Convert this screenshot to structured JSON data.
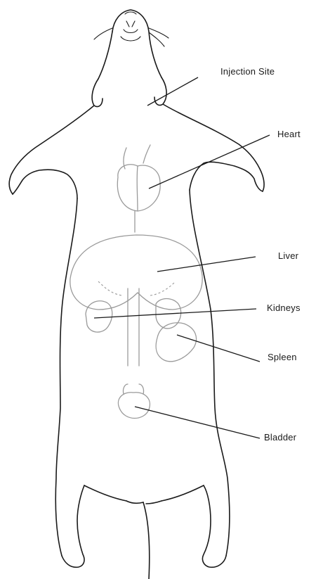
{
  "labels": {
    "injection_site": "Injection Site",
    "heart": "Heart",
    "liver": "Liver",
    "kidneys": "Kidneys",
    "spleen": "Spleen",
    "bladder": "Bladder"
  },
  "colors": {
    "outline": "#1a1a1a",
    "organ": "#9a9a9a",
    "background": "#ffffff"
  }
}
